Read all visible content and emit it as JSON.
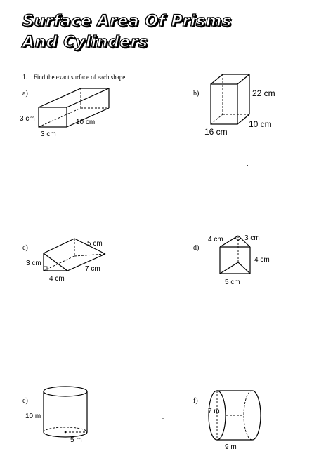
{
  "title": {
    "line1": "Surface Area Of Prisms",
    "line2": "And Cylinders"
  },
  "question": {
    "number": "1.",
    "text": "Find the exact surface of each shape"
  },
  "problems": {
    "a": {
      "label": "a)",
      "dims": [
        "3 cm",
        "3 cm",
        "10 cm"
      ]
    },
    "b": {
      "label": "b)",
      "dims": [
        "22 cm",
        "16 cm",
        "10 cm"
      ]
    },
    "c": {
      "label": "c)",
      "dims": [
        "5 cm",
        "3 cm",
        "4 cm",
        "7 cm"
      ]
    },
    "d": {
      "label": "d)",
      "dims": [
        "4 cm",
        "3 cm",
        "4 cm",
        "5 cm"
      ]
    },
    "e": {
      "label": "e)",
      "dims": [
        "10 m",
        "5 m"
      ]
    },
    "f": {
      "label": "f)",
      "dims": [
        "7 m",
        "9 m"
      ]
    }
  }
}
